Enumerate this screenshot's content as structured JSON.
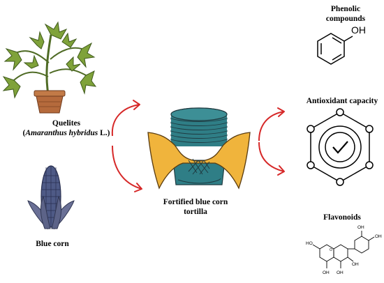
{
  "left": {
    "quelites_label": "Quelites",
    "quelites_sci_open": "(",
    "quelites_sci_name": "Amaranthus hybridus",
    "quelites_sci_author": " L.)",
    "blue_corn_label": "Blue corn"
  },
  "center": {
    "tortilla_line1": "Fortified blue corn",
    "tortilla_line2": "tortilla"
  },
  "right": {
    "phenolic_line1": "Phenolic",
    "phenolic_line2": "compounds",
    "oh_label": "OH",
    "antioxidant_label": "Antioxidant capacity",
    "flavonoids_label": "Flavonoids",
    "flavonoid_groups": [
      "OH",
      "OH",
      "HO",
      "OH",
      "OH",
      "OH"
    ]
  },
  "colors": {
    "arrow": "#d62828",
    "leaf": "#7fa23a",
    "pot": "#b56a3c",
    "corn": "#4e5a86",
    "tortilla": "#2f7e86",
    "cloth": "#f0b43c"
  }
}
